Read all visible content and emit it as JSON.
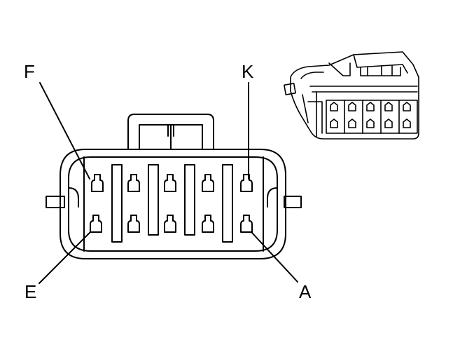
{
  "diagram": {
    "labels": {
      "top_left": "F",
      "bottom_left": "E",
      "top_right": "K",
      "bottom_right": "A"
    },
    "connector": {
      "rows": 2,
      "cavities_per_row": 5
    },
    "colors": {
      "line": "#000000",
      "background": "#ffffff"
    }
  }
}
